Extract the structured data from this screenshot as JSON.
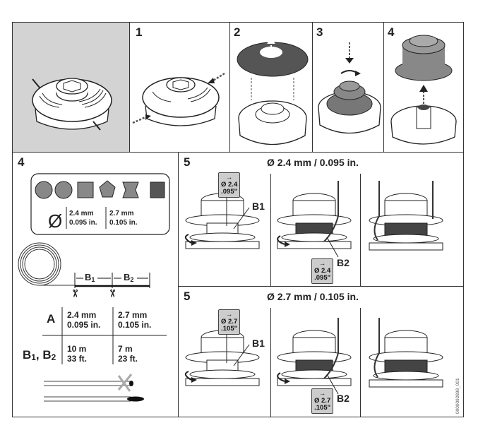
{
  "document": {
    "type": "instruction illustration",
    "subject": "Trimmer head line replacement",
    "document_code": "0000092898_001"
  },
  "top_row": {
    "panels": [
      {
        "step": "",
        "description": "Assembled trimmer head",
        "background": "#d3d3d3"
      },
      {
        "step": "1",
        "description": "Press tabs on both sides"
      },
      {
        "step": "2",
        "description": "Remove cover upwards"
      },
      {
        "step": "3",
        "description": "Press down and turn spool"
      },
      {
        "step": "4",
        "description": "Lift spool out of housing"
      }
    ]
  },
  "line_panel": {
    "step": "4",
    "diameter_symbol": "Ø",
    "sizes": [
      {
        "mm": "2.4 mm",
        "in": "0.095 in."
      },
      {
        "mm": "2.7 mm",
        "in": "0.105 in."
      }
    ],
    "segment_labels": [
      "B",
      "B"
    ],
    "segment_subscripts": [
      "1",
      "2"
    ],
    "scissors_icon": "✂",
    "table": {
      "row_a_label": "A",
      "row_b_label": "B",
      "row_b_sub1": "1",
      "row_b_sep": ", B",
      "row_b_sub2": "2",
      "row_a": [
        {
          "line1": "2.4 mm",
          "line2": "0.095 in."
        },
        {
          "line1": "2.7 mm",
          "line2": "0.105 in."
        }
      ],
      "row_b": [
        {
          "line1": "10 m",
          "line2": "33 ft."
        },
        {
          "line1": "7 m",
          "line2": "23 ft."
        }
      ]
    }
  },
  "winding": [
    {
      "step": "5",
      "title": "Ø 2.4 mm / 0.095 in.",
      "tag_line1": "Ø 2.4",
      "tag_line2": ".095\"",
      "label_b1": "B1",
      "label_b2": "B2"
    },
    {
      "step": "5",
      "title": "Ø 2.7 mm / 0.105 in.",
      "tag_line1": "Ø 2.7",
      "tag_line2": ".105\"",
      "label_b1": "B1",
      "label_b2": "B2"
    }
  ]
}
